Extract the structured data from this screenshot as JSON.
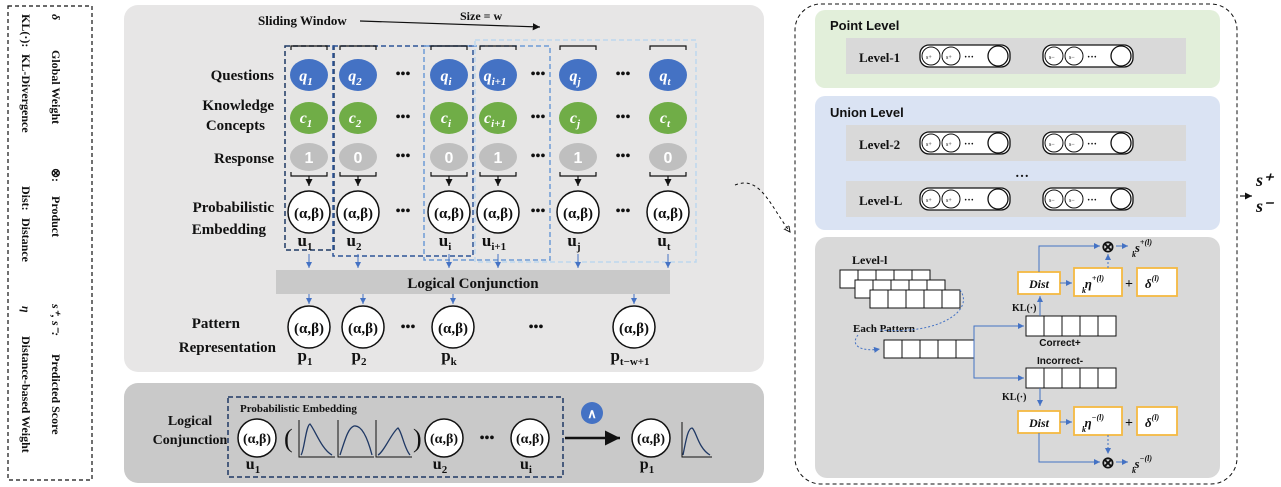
{
  "legend": {
    "kl_symbol": "KL(·):",
    "kl_text": "KL-Divergence",
    "dist_symbol": "Dist:",
    "dist_text": "Distance",
    "eta_symbol": "η",
    "eta_text": "Distance-based Weight",
    "delta_symbol": "δ",
    "delta_text": "Global Weight",
    "otimes_symbol": "⊗:",
    "otimes_text": "Product",
    "s_symbol": "s⁺, s⁻:",
    "s_text": "Predicted Score"
  },
  "main": {
    "sliding_window": "Sliding Window",
    "size_label": "Size = w",
    "row_labels": {
      "questions": "Questions",
      "knowledge": "Knowledge",
      "concepts": "Concepts",
      "response": "Response",
      "probabilistic": "Probabilistic",
      "embedding": "Embedding",
      "pattern": "Pattern",
      "representation": "Representation"
    },
    "ellipsis": "•••",
    "columns": [
      {
        "q": "q",
        "qsub": "1",
        "c": "c",
        "csub": "1",
        "r": "1",
        "u": "u",
        "usub": "1"
      },
      {
        "q": "q",
        "qsub": "2",
        "c": "c",
        "csub": "2",
        "r": "0",
        "u": "u",
        "usub": "2"
      },
      {
        "q": "q",
        "qsub": "i",
        "c": "c",
        "csub": "i",
        "r": "0",
        "u": "u",
        "usub": "i"
      },
      {
        "q": "q",
        "qsub": "i+1",
        "c": "c",
        "csub": "i+1",
        "r": "1",
        "u": "u",
        "usub": "i+1"
      },
      {
        "q": "q",
        "qsub": "j",
        "c": "c",
        "csub": "j",
        "r": "1",
        "u": "u",
        "usub": "j"
      },
      {
        "q": "q",
        "qsub": "t",
        "c": "c",
        "csub": "t",
        "r": "0",
        "u": "u",
        "usub": "t"
      }
    ],
    "embedding_label": "(α,β)",
    "logical_conjunction": "Logical Conjunction",
    "patterns": [
      {
        "p": "p",
        "sub": "1"
      },
      {
        "p": "p",
        "sub": "2"
      },
      {
        "p": "p",
        "sub": "k"
      },
      {
        "p": "p",
        "sub": "t−w+1"
      }
    ]
  },
  "bottom": {
    "label_line1": "Logical",
    "label_line2": "Conjunction",
    "prob_embedding": "Probabilistic Embedding",
    "and_symbol": "∧",
    "u_items": [
      {
        "u": "u",
        "sub": "1"
      },
      {
        "u": "u",
        "sub": "2"
      },
      {
        "u": "u",
        "sub": "i"
      }
    ],
    "p_item": {
      "p": "p",
      "sub": "1"
    },
    "open_paren": "(",
    "close_paren": ")"
  },
  "right": {
    "point_level": "Point Level",
    "union_level": "Union Level",
    "level1": "Level-1",
    "level2": "Level-2",
    "levelL": "Level-L",
    "levell": "Level-l",
    "each_pattern": "Each Pattern",
    "correct": "Correct+",
    "incorrect": "Incorrect-",
    "kl": "KL(·)",
    "dist": "Dist",
    "eta_plus": "η",
    "eta_plus_sup": "+(l)",
    "eta_minus_sup": "−(l)",
    "eta_sub": "k",
    "delta": "δ",
    "delta_sup": "(l)",
    "plus": "+",
    "otimes": "⊗",
    "s_plus": "s",
    "s_plus_sup": "+(l)",
    "s_minus_sup": "−(l)",
    "s_sub": "k",
    "ellipsis": "…"
  },
  "output": {
    "s_plus": "s⁺",
    "s_minus": "s⁻"
  },
  "colors": {
    "blue_node": "#4472c4",
    "green_node": "#70ad47",
    "gray_node": "#bfbfbf",
    "panel_gray": "#e7e6e6",
    "point_green": "#e2efda",
    "union_blue": "#dae3f3",
    "dist_border": "#f4b942",
    "arrow_blue": "#4472c4",
    "dashed_navy": "#1f3864",
    "dashed_light": "#9dc3e6"
  }
}
